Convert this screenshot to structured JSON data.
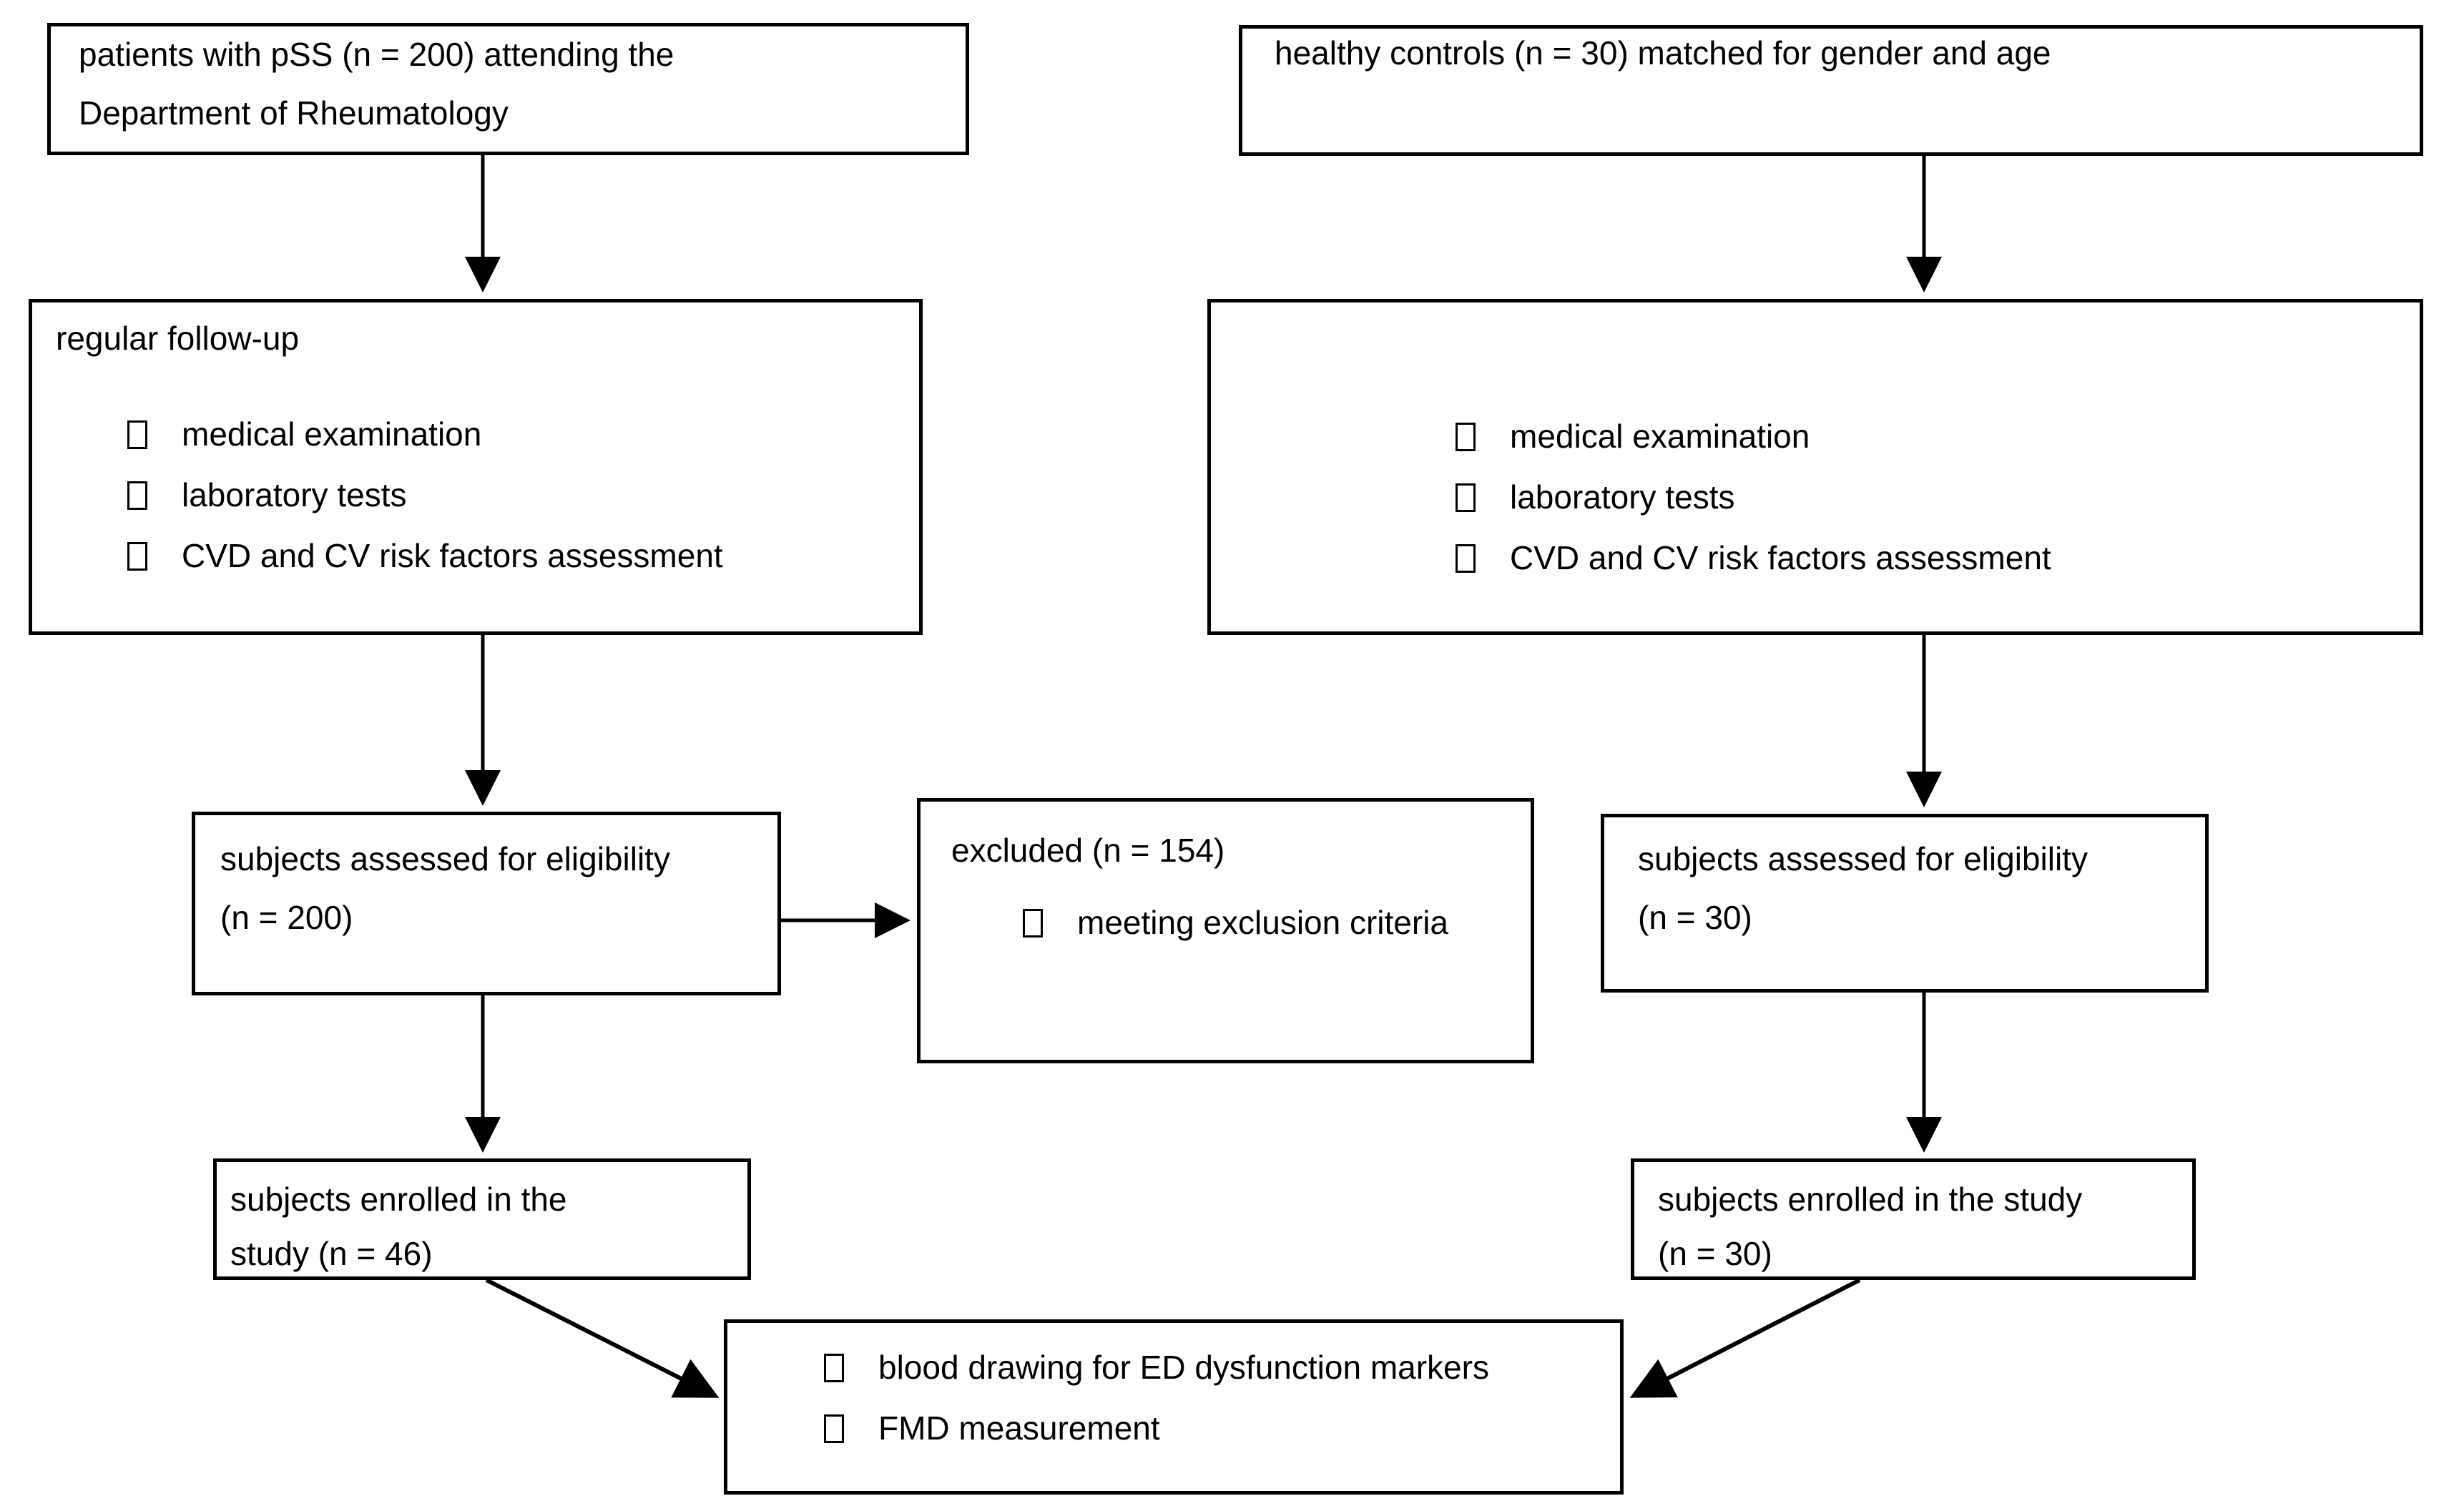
{
  "diagram": {
    "title": "study enrollment flow chart",
    "stroke_color": "#000000",
    "fill_color": "#ffffff",
    "bullet_glyph": "empty-square"
  },
  "nodes": {
    "patients_source": {
      "line1": "patients with pSS (n = 200) attending the",
      "line2": "Department of Rheumatology"
    },
    "controls_source": {
      "line1": "healthy controls (n = 30) matched for gender and age"
    },
    "patients_followup": {
      "heading": "regular follow-up",
      "bullets": [
        "medical examination",
        "laboratory tests",
        "CVD and CV risk factors assessment"
      ]
    },
    "controls_followup": {
      "heading": "",
      "bullets": [
        "medical examination",
        "laboratory tests",
        "CVD and CV risk factors assessment"
      ]
    },
    "patients_eligibility": {
      "line1": "subjects assessed for eligibility",
      "line2": "(n = 200)"
    },
    "excluded": {
      "heading": "excluded (n = 154)",
      "bullets": [
        "meeting exclusion criteria"
      ]
    },
    "controls_eligibility": {
      "line1": "subjects assessed for eligibility",
      "line2": "(n = 30)"
    },
    "patients_enrolled": {
      "line1": "subjects enrolled in the",
      "line2": "study (n = 46)"
    },
    "controls_enrolled": {
      "line1": "subjects enrolled in the study",
      "line2": "(n = 30)"
    },
    "measurements": {
      "bullets": [
        "blood drawing for ED dysfunction markers",
        "FMD measurement"
      ]
    }
  }
}
